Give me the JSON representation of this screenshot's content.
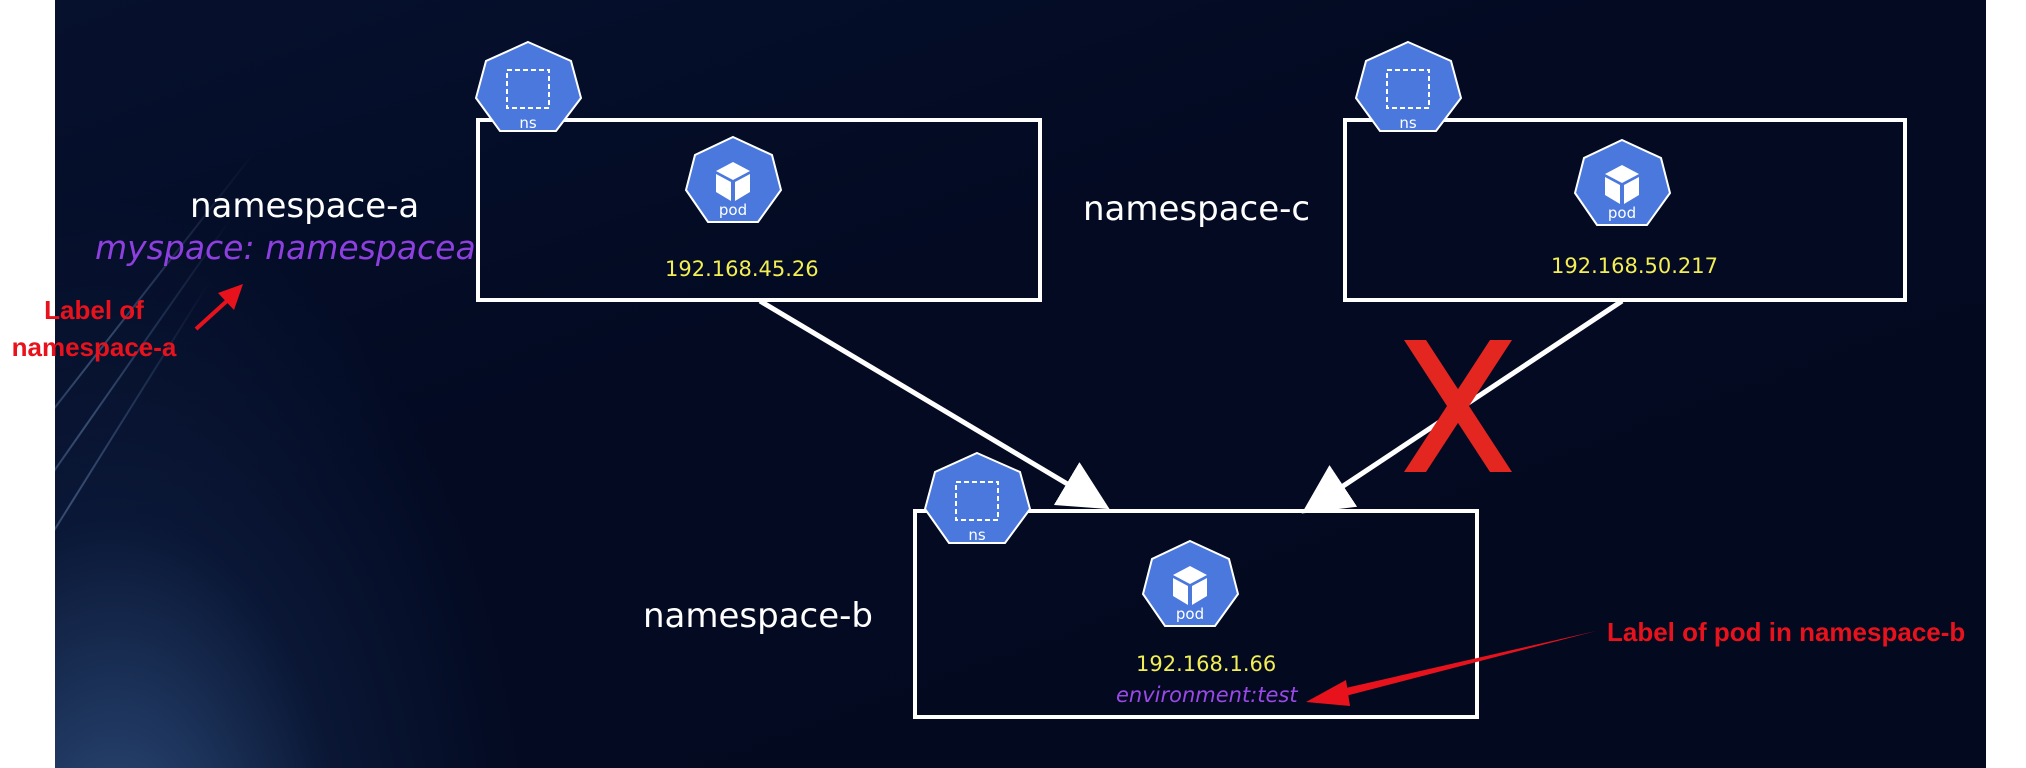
{
  "namespaces": {
    "a": {
      "name": "namespace-a",
      "label": "myspace: namespacea",
      "icon_text": "ns"
    },
    "b": {
      "name": "namespace-b",
      "icon_text": "ns"
    },
    "c": {
      "name": "namespace-c",
      "icon_text": "ns"
    }
  },
  "pods": {
    "a": {
      "icon_text": "pod",
      "ip": "192.168.45.26"
    },
    "b": {
      "icon_text": "pod",
      "ip": "192.168.1.66",
      "label": "environment:test"
    },
    "c": {
      "icon_text": "pod",
      "ip": "192.168.50.217"
    }
  },
  "annotations": {
    "ns_a_label_line1": "Label of",
    "ns_a_label_line2": "namespace-a",
    "pod_b_label": "Label of pod in namespace-b"
  },
  "colors": {
    "background": "#030a22",
    "k8s_blue": "#4a78dd",
    "ip_yellow": "#f2ee54",
    "label_purple": "#8e3fe0",
    "annotation_red": "#e8121c"
  },
  "icons": {
    "namespace": "kubernetes-namespace-icon",
    "pod": "kubernetes-pod-icon",
    "blocked": "red-x-icon"
  }
}
